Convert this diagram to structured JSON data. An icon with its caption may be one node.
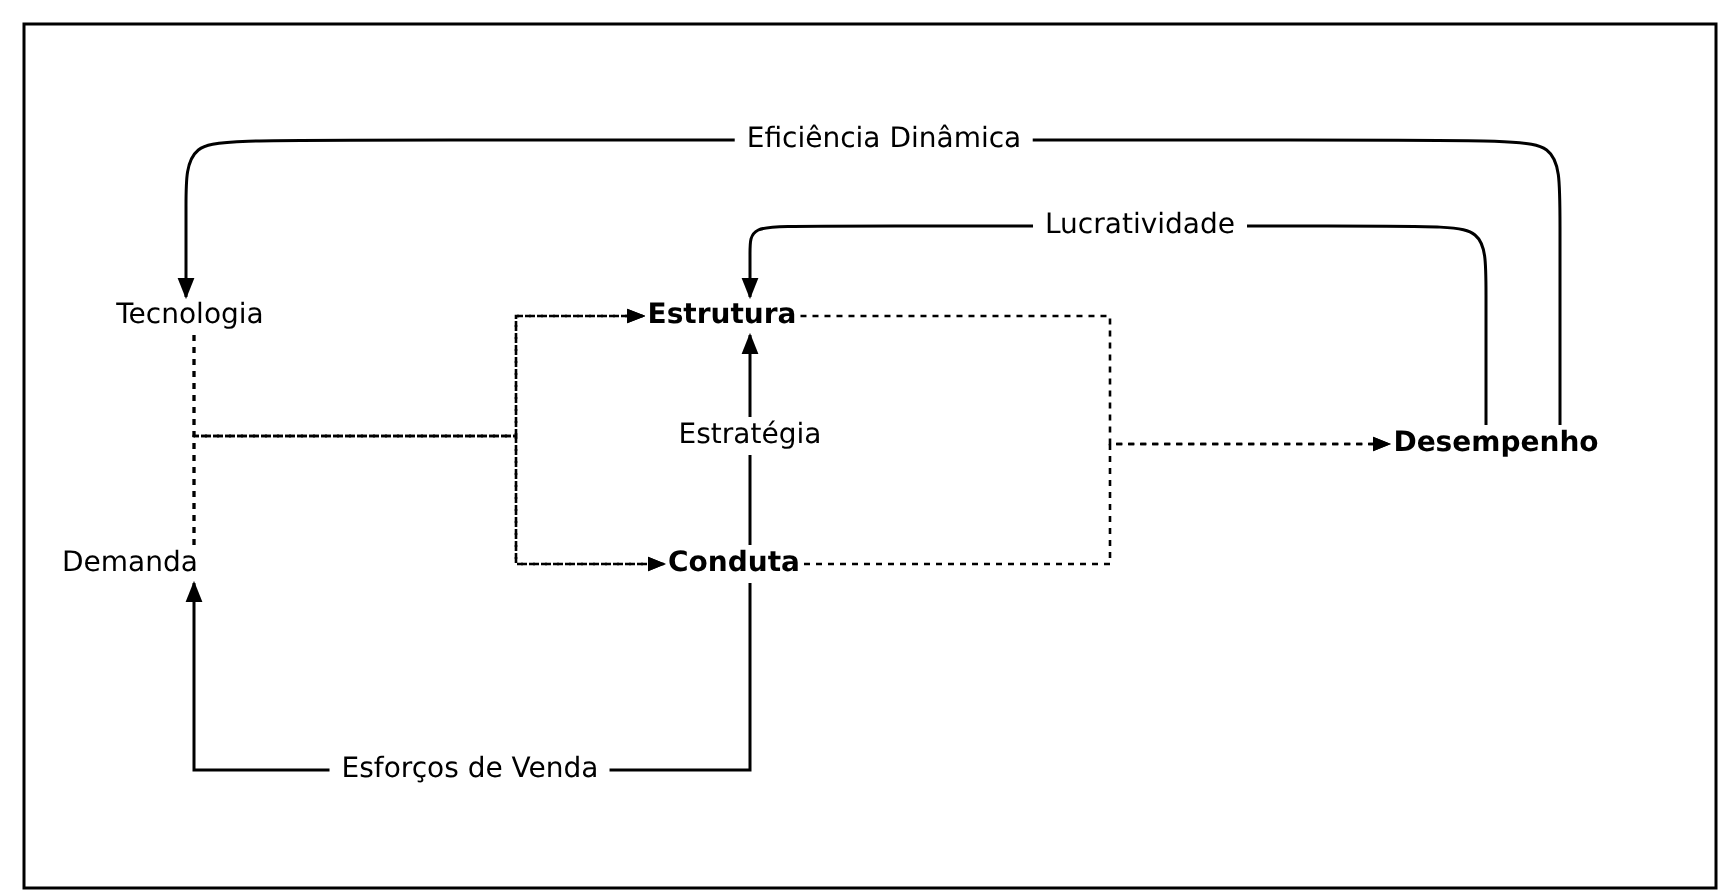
{
  "diagram": {
    "nodes": [
      {
        "text": [
          "Tecnologia"
        ]
      },
      {
        "text": [
          "Demanda"
        ]
      },
      {
        "text": [
          "Estrutura"
        ]
      },
      {
        "text": [
          "Estratégia"
        ]
      },
      {
        "text": [
          "Conduta"
        ]
      },
      {
        "text": [
          "Desempenho"
        ]
      }
    ],
    "edges": [
      {
        "from": 5,
        "to": 0,
        "arrow": "to",
        "label": "Eficiência Dinâmica"
      },
      {
        "from": 5,
        "to": 2,
        "arrow": "to",
        "label": "Lucratividade"
      },
      {
        "from": 3,
        "to": 2,
        "arrow": "to"
      },
      {
        "from": 4,
        "to": 3,
        "arrow": "none"
      },
      {
        "from": 4,
        "to": 1,
        "arrow": "to",
        "label": "Esforços de Venda"
      },
      {
        "from": 0,
        "to": 1,
        "arrow": "none",
        "style": "dashed"
      },
      {
        "from": 0,
        "to": 2,
        "arrow": "to",
        "style": "dashed"
      },
      {
        "from": 0,
        "to": 4,
        "arrow": "to",
        "style": "dashed"
      },
      {
        "from": 1,
        "to": 2,
        "arrow": "to",
        "style": "dashed"
      },
      {
        "from": 1,
        "to": 4,
        "arrow": "to",
        "style": "dashed"
      },
      {
        "from": 2,
        "to": 5,
        "arrow": "to",
        "style": "dashed"
      },
      {
        "from": 4,
        "to": 5,
        "arrow": "to",
        "style": "dashed"
      }
    ]
  }
}
